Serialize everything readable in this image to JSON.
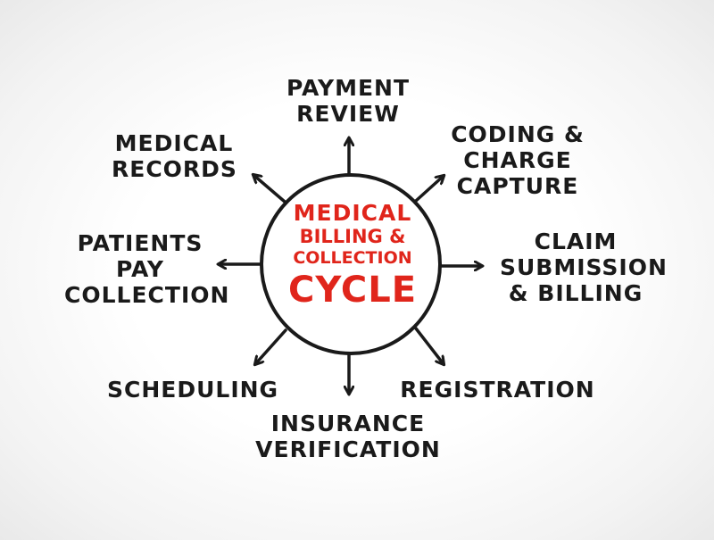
{
  "center": {
    "line1": "MEDICAL",
    "line2": "BILLING &",
    "line3": "COLLECTION",
    "line4": "CYCLE"
  },
  "nodes": {
    "payment_review": [
      "PAYMENT",
      "REVIEW"
    ],
    "coding_charge_capture": [
      "CODING &",
      "CHARGE",
      "CAPTURE"
    ],
    "claim_submission": [
      "CLAIM",
      "SUBMISSION",
      "& BILLING"
    ],
    "registration": [
      "REGISTRATION"
    ],
    "insurance_verification": [
      "INSURANCE",
      "VERIFICATION"
    ],
    "scheduling": [
      "SCHEDULING"
    ],
    "patients_pay": [
      "PATIENTS",
      "PAY",
      "COLLECTION"
    ],
    "medical_records": [
      "MEDICAL",
      "RECORDS"
    ]
  },
  "colors": {
    "center_text": "#e0251b",
    "stroke": "#1a1a1a",
    "label_text": "#1a1a1a"
  }
}
